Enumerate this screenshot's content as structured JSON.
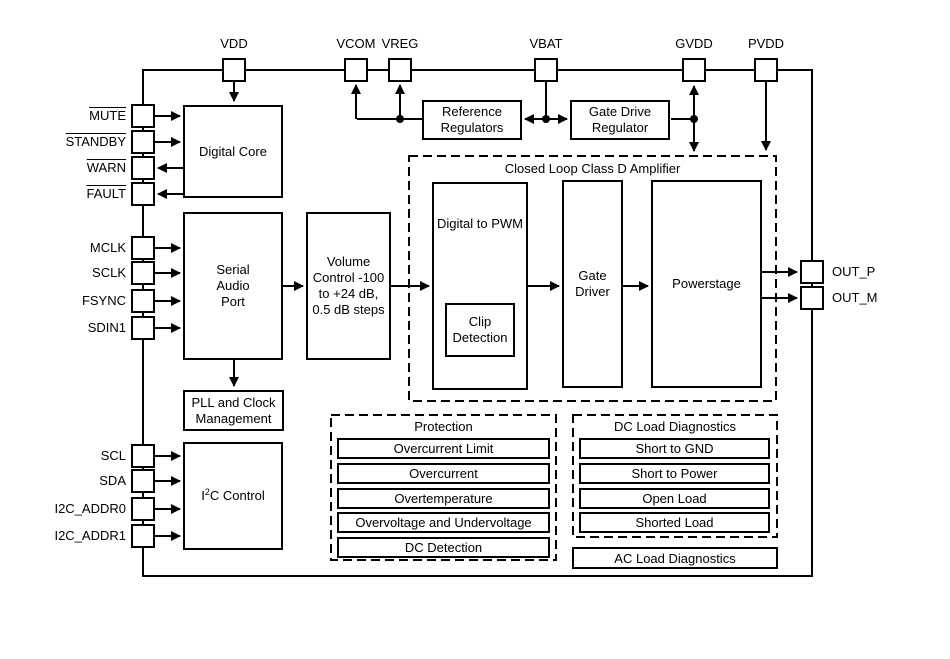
{
  "colors": {
    "line": "#000000",
    "background": "#ffffff"
  },
  "pins": {
    "top": [
      {
        "label": "VDD"
      },
      {
        "label": "VCOM"
      },
      {
        "label": "VREG"
      },
      {
        "label": "VBAT"
      },
      {
        "label": "GVDD"
      },
      {
        "label": "PVDD"
      }
    ],
    "left": [
      {
        "label": "MUTE",
        "active_low": true
      },
      {
        "label": "STANDBY",
        "active_low": true
      },
      {
        "label": "WARN",
        "active_low": true
      },
      {
        "label": "FAULT",
        "active_low": true
      },
      {
        "label": "MCLK",
        "active_low": false
      },
      {
        "label": "SCLK",
        "active_low": false
      },
      {
        "label": "FSYNC",
        "active_low": false
      },
      {
        "label": "SDIN1",
        "active_low": false
      },
      {
        "label": "SCL",
        "active_low": false
      },
      {
        "label": "SDA",
        "active_low": false
      },
      {
        "label": "I2C_ADDR0",
        "active_low": false
      },
      {
        "label": "I2C_ADDR1",
        "active_low": false
      }
    ],
    "right": [
      {
        "label": "OUT_P"
      },
      {
        "label": "OUT_M"
      }
    ]
  },
  "blocks": {
    "digital_core": "Digital Core",
    "reference_regulators": "Reference Regulators",
    "gate_drive_regulator": "Gate Drive Regulator",
    "serial_audio_port": "Serial Audio Port",
    "volume_control": "Volume Control -100 to +24 dB, 0.5 dB steps",
    "pll": "PLL and Clock Management",
    "i2c_control": {
      "pre": "I",
      "sup": "2",
      "post": "C Control"
    },
    "digital_to_pwm": "Digital to PWM",
    "clip_detection": "Clip Detection",
    "gate_driver": "Gate Driver",
    "powerstage": "Powerstage"
  },
  "groups": {
    "closed_loop": {
      "title": "Closed Loop Class D Amplifier"
    },
    "protection": {
      "title": "Protection",
      "items": [
        "Overcurrent Limit",
        "Overcurrent",
        "Overtemperature",
        "Overvoltage and Undervoltage",
        "DC Detection"
      ]
    },
    "dc_load": {
      "title": "DC Load Diagnostics",
      "items": [
        "Short to GND",
        "Short to Power",
        "Open Load",
        "Shorted Load"
      ]
    },
    "ac_load": {
      "title": "AC Load Diagnostics"
    }
  }
}
